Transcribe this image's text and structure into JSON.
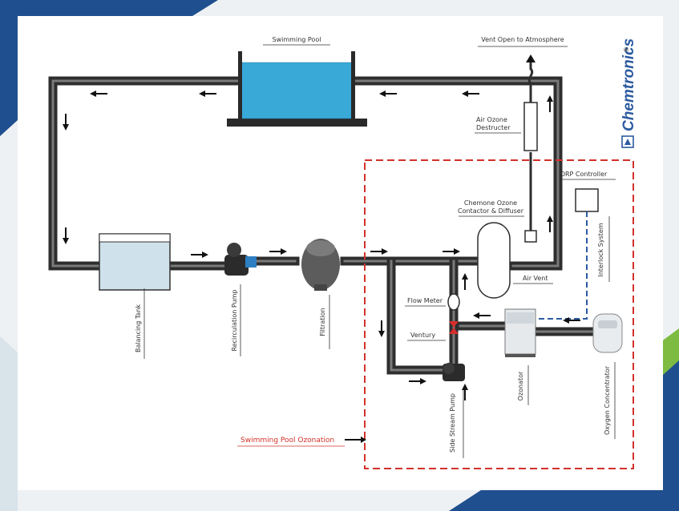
{
  "brand": {
    "name": "Chemtronics",
    "mark": "®"
  },
  "labels": {
    "swimming_pool": "Swimming Pool",
    "vent_open": "Vent Open to Atmosphere",
    "air_ozone_destructer_1": "Air Ozone",
    "air_ozone_destructer_2": "Destructer",
    "orp_controller": "ORP Controller",
    "chemone_1": "Chemone Ozone",
    "chemone_2": "Contactor & Diffuser",
    "air_vent": "Air Vent",
    "interlock_system": "Interlock System",
    "flow_meter": "Flow Meter",
    "ventury": "Ventury",
    "balancing_tank": "Balancing Tank",
    "recirculation_pump": "Recirculation Pump",
    "filtration": "Filtration",
    "side_stream_pump": "Side Stream Pump",
    "ozonator": "Ozonator",
    "oxygen_concentrator": "Oxygen Concentrator",
    "swimming_pool_ozonation": "Swimming Pool Ozonation"
  },
  "colors": {
    "frame_blue": "#1f4f8f",
    "accent_green": "#7dbb42",
    "dashed_red": "#d2312b",
    "interlock_blue": "#2b5aa0",
    "pool_water": "#39a9d8",
    "pipe": "#2e2e2e"
  }
}
